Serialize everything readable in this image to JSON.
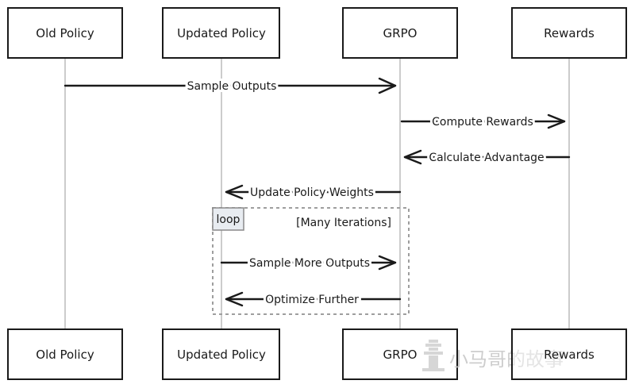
{
  "actors": [
    {
      "id": "old",
      "label": "Old Policy"
    },
    {
      "id": "upd",
      "label": "Updated Policy"
    },
    {
      "id": "grpo",
      "label": "GRPO"
    },
    {
      "id": "rew",
      "label": "Rewards"
    }
  ],
  "messages": [
    {
      "from": "old",
      "to": "grpo",
      "label": "Sample Outputs"
    },
    {
      "from": "grpo",
      "to": "rew",
      "label": "Compute Rewards"
    },
    {
      "from": "rew",
      "to": "grpo",
      "label": "Calculate Advantage"
    },
    {
      "from": "grpo",
      "to": "upd",
      "label": "Update Policy Weights"
    },
    {
      "from": "upd",
      "to": "grpo",
      "label": "Sample More Outputs"
    },
    {
      "from": "grpo",
      "to": "upd",
      "label": "Optimize Further"
    }
  ],
  "loop": {
    "tag": "loop",
    "condition": "[Many Iterations]"
  },
  "watermark": {
    "text": "小马哥的故事",
    "icon": "pagoda-icon"
  },
  "colors": {
    "ink": "#1a1a1a",
    "lifeline": "#b0b0b0",
    "loop_frame": "#9e9e9e",
    "loop_tag_bg": "#e8ecf1",
    "watermark": "#c8c8c8"
  }
}
